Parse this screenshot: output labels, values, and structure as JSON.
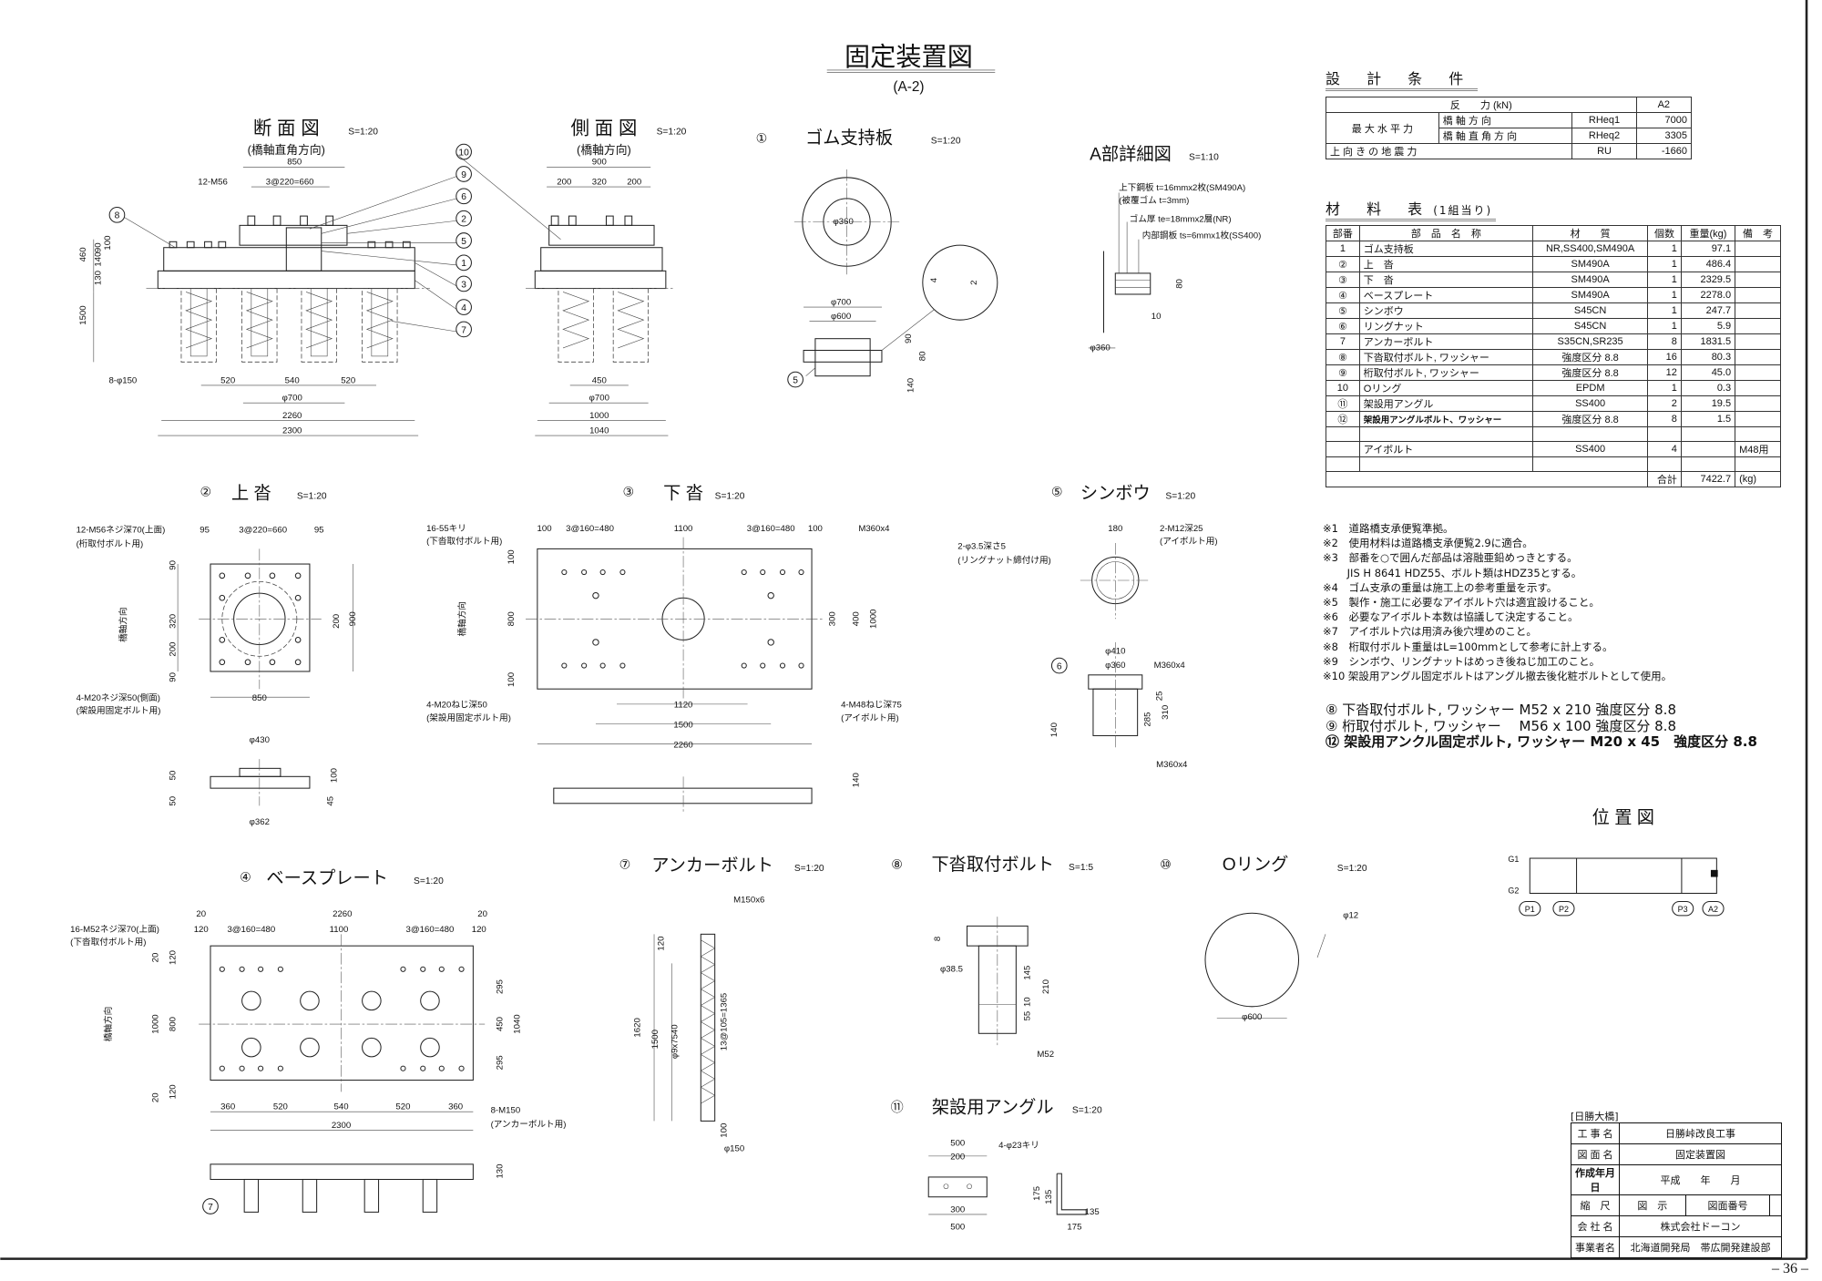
{
  "title": "固定装置図",
  "subtitle": "(A-2)",
  "views": {
    "section": {
      "title": "断 面 図",
      "scale": "S=1:20",
      "subtitle": "(橋軸直角方向)",
      "dims": [
        "850",
        "3@220=660",
        "12-M56",
        "460",
        "90",
        "140",
        "100",
        "130",
        "1500",
        "8-φ150",
        "520",
        "540",
        "520",
        "φ700",
        "2260",
        "2300"
      ]
    },
    "side": {
      "title": "側 面 図",
      "scale": "S=1:20",
      "subtitle": "(橋軸方向)",
      "dims": [
        "900",
        "200",
        "320",
        "200",
        "450",
        "φ700",
        "1000",
        "1040"
      ]
    },
    "rubber": {
      "num": "①",
      "title": "ゴム支持板",
      "scale": "S=1:20",
      "dims": [
        "φ360",
        "φ700",
        "φ600",
        "90",
        "80",
        "140",
        "4",
        "2"
      ],
      "balloon": "5"
    },
    "detail_a": {
      "title": "A部詳細図",
      "scale": "S=1:10",
      "labels": [
        "上下鋼板 t=16mmx2枚(SM490A)",
        "(被覆ゴム t=3mm)",
        "ゴム厚 te=18mmx2層(NR)",
        "内部鋼板 ts=6mmx1枚(SS400)",
        "80",
        "10",
        "φ360"
      ]
    },
    "upper_shoe": {
      "num": "②",
      "title": "上 沓",
      "scale": "S=1:20",
      "labels": [
        "12-M56ネジ深70(上面)",
        "(桁取付ボルト用)",
        "95",
        "3@220=660",
        "95",
        "90",
        "320",
        "200",
        "90",
        "200",
        "900",
        "850",
        "4-M20ネジ深50(側面)",
        "(架設用固定ボルト用)",
        "橋軸方向",
        "φ430",
        "50",
        "50",
        "100",
        "45",
        "φ362"
      ]
    },
    "lower_shoe": {
      "num": "③",
      "title": "下 沓",
      "scale": "S=1:20",
      "labels": [
        "16-55キリ",
        "(下沓取付ボルト用)",
        "100",
        "3@160=480",
        "1100",
        "3@160=480",
        "100",
        "M360x4",
        "100",
        "800",
        "100",
        "橋軸方向",
        "300",
        "400",
        "1000",
        "1120",
        "1500",
        "2260",
        "4-M20ねじ深50",
        "(架設用固定ボルト用)",
        "4-M48ねじ深75",
        "(アイボルト用)",
        "140"
      ]
    },
    "shimbou": {
      "num": "⑤",
      "title": "シンボウ",
      "scale": "S=1:20",
      "labels": [
        "180",
        "2-M12深25",
        "(アイボルト用)",
        "2-φ3.5深さ5",
        "(リングナット締付け用)",
        "φ410",
        "φ360",
        "M360x4",
        "25",
        "285",
        "310",
        "140",
        "M360x4"
      ],
      "balloon": "6"
    },
    "base_plate": {
      "num": "④",
      "title": "ベースプレート",
      "scale": "S=1:20",
      "labels": [
        "20",
        "2260",
        "20",
        "120",
        "3@160=480",
        "1100",
        "3@160=480",
        "120",
        "16-M52ネジ深70(上面)",
        "(下沓取付ボルト用)",
        "20",
        "120",
        "1000",
        "800",
        "120",
        "20",
        "295",
        "450",
        "295",
        "1040",
        "360",
        "520",
        "540",
        "520",
        "360",
        "2300",
        "8-M150",
        "(アンカーボルト用)",
        "130",
        "橋軸方向"
      ],
      "balloon": "7"
    },
    "anchor": {
      "num": "⑦",
      "title": "アンカーボルト",
      "scale": "S=1:20",
      "labels": [
        "M150x6",
        "120",
        "1620",
        "1500",
        "φ9x7540",
        "13@105=1365",
        "100",
        "φ150"
      ]
    },
    "bolt": {
      "num": "⑧",
      "title": "下沓取付ボルト",
      "scale": "S=1:5",
      "labels": [
        "8",
        "φ38.5",
        "145",
        "210",
        "55",
        "10",
        "M52"
      ]
    },
    "oring": {
      "num": "⑩",
      "title": "Oリング",
      "scale": "S=1:20",
      "labels": [
        "φ12",
        "φ600"
      ]
    },
    "angle": {
      "num": "⑪",
      "title": "架設用アングル",
      "scale": "S=1:20",
      "labels": [
        "500",
        "200",
        "4-φ23キリ",
        "300",
        "500",
        "175",
        "135",
        "135",
        "175"
      ]
    }
  },
  "balloons": [
    "8",
    "10",
    "9",
    "6",
    "2",
    "5",
    "1",
    "3",
    "4",
    "7"
  ],
  "design_conditions": {
    "heading": "設 計 条 件",
    "reaction_label": "反　　力 (kN)",
    "col_a2": "A2",
    "max_horizontal": "最 大 水 平 力",
    "rows": [
      {
        "label": "橋 軸 方 向",
        "symbol": "RHeq1",
        "value": "7000"
      },
      {
        "label": "橋 軸 直 角 方 向",
        "symbol": "RHeq2",
        "value": "3305"
      }
    ],
    "uplift": {
      "label": "上 向 き の 地 震 力",
      "symbol": "RU",
      "value": "-1660"
    }
  },
  "materials": {
    "heading": "材 料 表",
    "heading_note": "(1組当り)",
    "headers": [
      "部番",
      "部　品　名　称",
      "材　　質",
      "個数",
      "重量(kg)",
      "備　考"
    ],
    "rows": [
      [
        "1",
        "ゴム支持板",
        "NR,SS400,SM490A",
        "1",
        "97.1",
        ""
      ],
      [
        "②",
        "上　沓",
        "SM490A",
        "1",
        "486.4",
        ""
      ],
      [
        "③",
        "下　沓",
        "SM490A",
        "1",
        "2329.5",
        ""
      ],
      [
        "④",
        "ベースプレート",
        "SM490A",
        "1",
        "2278.0",
        ""
      ],
      [
        "⑤",
        "シンボウ",
        "S45CN",
        "1",
        "247.7",
        ""
      ],
      [
        "⑥",
        "リングナット",
        "S45CN",
        "1",
        "5.9",
        ""
      ],
      [
        "7",
        "アンカーボルト",
        "S35CN,SR235",
        "8",
        "1831.5",
        ""
      ],
      [
        "⑧",
        "下沓取付ボルト, ワッシャー",
        "強度区分 8.8",
        "16",
        "80.3",
        ""
      ],
      [
        "⑨",
        "桁取付ボルト, ワッシャー",
        "強度区分 8.8",
        "12",
        "45.0",
        ""
      ],
      [
        "10",
        "Oリング",
        "EPDM",
        "1",
        "0.3",
        ""
      ],
      [
        "⑪",
        "架設用アングル",
        "SS400",
        "2",
        "19.5",
        ""
      ],
      [
        "⑫",
        "架設用アングルボルト、ワッシャー",
        "強度区分 8.8",
        "8",
        "1.5",
        ""
      ],
      [
        "",
        "",
        "",
        "",
        "",
        ""
      ],
      [
        "",
        "アイボルト",
        "SS400",
        "4",
        "",
        "M48用"
      ],
      [
        "",
        "",
        "",
        "",
        "",
        ""
      ]
    ],
    "total_label": "合計",
    "total_value": "7422.7",
    "total_unit": "(kg)"
  },
  "notes": [
    "※1　道路橋支承便覧準拠。",
    "※2　使用材料は道路橋支承便覧2.9に適合。",
    "※3　部番を○で囲んだ部品は溶融亜鉛めっきとする。",
    "　　 JIS H 8641 HDZ55、ボルト類はHDZ35とする。",
    "※4　ゴム支承の重量は施工上の参考重量を示す。",
    "※5　製作・施工に必要なアイボルト穴は適宜設けること。",
    "※6　必要なアイボルト本数は協議して決定すること。",
    "※7　アイボルト穴は用済み後穴埋めのこと。",
    "※8　桁取付ボルト重量はL=100mmとして参考に計上する。",
    "※9　シンボウ、リングナットはめっき後ねじ加工のこと。",
    "※10 架設用アングル固定ボルトはアングル撤去後化粧ボルトとして使用。"
  ],
  "bolt_specs": [
    "⑧ 下沓取付ボルト, ワッシャー M52 x 210 強度区分 8.8",
    "⑨ 桁取付ボルト, ワッシャー　 M56 x 100 強度区分 8.8",
    "⑫ 架設用アンクル固定ボルト, ワッシャー M20 x 45　強度区分 8.8"
  ],
  "location": {
    "title": "位 置 図",
    "g1": "G1",
    "g2": "G2",
    "points": [
      "P1",
      "P2",
      "P3",
      "A2"
    ]
  },
  "title_block": {
    "bridge": "[日勝大橋]",
    "rows": [
      {
        "label": "工 事 名",
        "value": "日勝峠改良工事"
      },
      {
        "label": "図 面 名",
        "value": "固定装置図"
      },
      {
        "label": "作成年月日",
        "value": "平成　　年　　月"
      },
      {
        "label": "会 社 名",
        "value": "株式会社ドーコン"
      },
      {
        "label": "事業者名",
        "value": "北海道開発局　帯広開発建設部"
      }
    ],
    "scale_label": "縮　尺",
    "scale_value": "図　示",
    "drawing_no_label": "図面番号",
    "drawing_no_value": ""
  },
  "page_number": "– 36 –"
}
